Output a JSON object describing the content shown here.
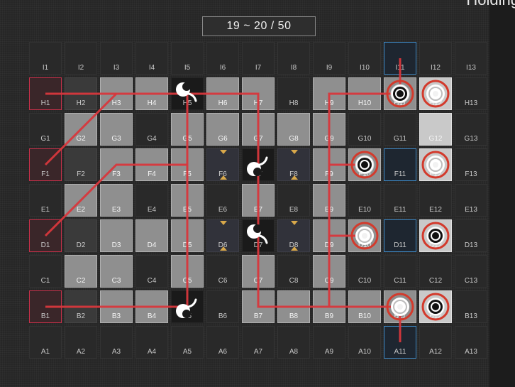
{
  "header": {
    "page_counter": "19 ~ 20 / 50",
    "corner_text": "Holding"
  },
  "board": {
    "rows": [
      "I",
      "H",
      "G",
      "F",
      "E",
      "D",
      "C",
      "B",
      "A"
    ],
    "cols": [
      "1",
      "2",
      "3",
      "4",
      "5",
      "6",
      "7",
      "8",
      "9",
      "10",
      "11",
      "12",
      "13"
    ],
    "cell_styles": {
      "I11": "blue",
      "H1": "pink",
      "H2": "dark",
      "H3": "light",
      "H4": "light",
      "H5": "hole",
      "H6": "light",
      "H7": "light",
      "H9": "light",
      "H10": "light",
      "H11": "light",
      "H12": "white",
      "G2": "light",
      "G3": "light",
      "G5": "light",
      "G6": "light",
      "G7": "light",
      "G8": "light",
      "G9": "light",
      "G12": "white",
      "F1": "pink",
      "F2": "dark",
      "F3": "light",
      "F4": "light",
      "F5": "light",
      "F6": "slate",
      "F7": "hole",
      "F8": "slate",
      "F9": "light",
      "F10": "light",
      "F11": "blue",
      "F12": "white",
      "E2": "light",
      "E3": "light",
      "E5": "light",
      "E7": "light",
      "E9": "light",
      "D1": "pink",
      "D2": "dark",
      "D3": "light",
      "D4": "light",
      "D5": "light",
      "D6": "slate",
      "D7": "hole",
      "D8": "slate",
      "D9": "light",
      "D10": "light",
      "D11": "blue",
      "D12": "white",
      "C2": "light",
      "C3": "light",
      "C5": "light",
      "C7": "light",
      "C9": "light",
      "B1": "pink",
      "B2": "dark",
      "B3": "light",
      "B4": "light",
      "B5": "hole",
      "B7": "light",
      "B8": "light",
      "B9": "light",
      "B10": "light",
      "B11": "light",
      "B12": "white",
      "A11": "blue"
    },
    "triangle_cells": [
      "F6",
      "F8",
      "D6",
      "D8"
    ],
    "targets": [
      {
        "cell": "H11",
        "style": "black"
      },
      {
        "cell": "H12",
        "style": "white"
      },
      {
        "cell": "F10",
        "style": "black"
      },
      {
        "cell": "F12",
        "style": "white"
      },
      {
        "cell": "D10",
        "style": "white"
      },
      {
        "cell": "D12",
        "style": "black"
      },
      {
        "cell": "B11",
        "style": "white"
      },
      {
        "cell": "B12",
        "style": "black"
      }
    ],
    "notes": [
      {
        "cell": "H5",
        "corner": "top-left"
      },
      {
        "cell": "F7",
        "corner": "bottom-left"
      },
      {
        "cell": "D7",
        "corner": "top-left"
      },
      {
        "cell": "B5",
        "corner": "bottom-left"
      }
    ],
    "slide_paths": [
      [
        "H1",
        "H7",
        "B7",
        "B11"
      ],
      [
        "F1",
        "H3"
      ],
      [
        "D1",
        "F3",
        "F5"
      ],
      [
        "B1",
        "B5"
      ],
      [
        "H5",
        "B5"
      ],
      [
        "H11",
        "H9",
        "B9"
      ],
      [
        "I11",
        "H11"
      ],
      [
        "B11",
        "A11"
      ],
      [
        "F9",
        "F10"
      ],
      [
        "D9",
        "D10"
      ]
    ],
    "colors": {
      "path": "#d8373c",
      "ring": "#d33a2c",
      "triangle": "#d8a84a",
      "pink_border": "#c8304a",
      "blue_border": "#3e88c4"
    }
  }
}
